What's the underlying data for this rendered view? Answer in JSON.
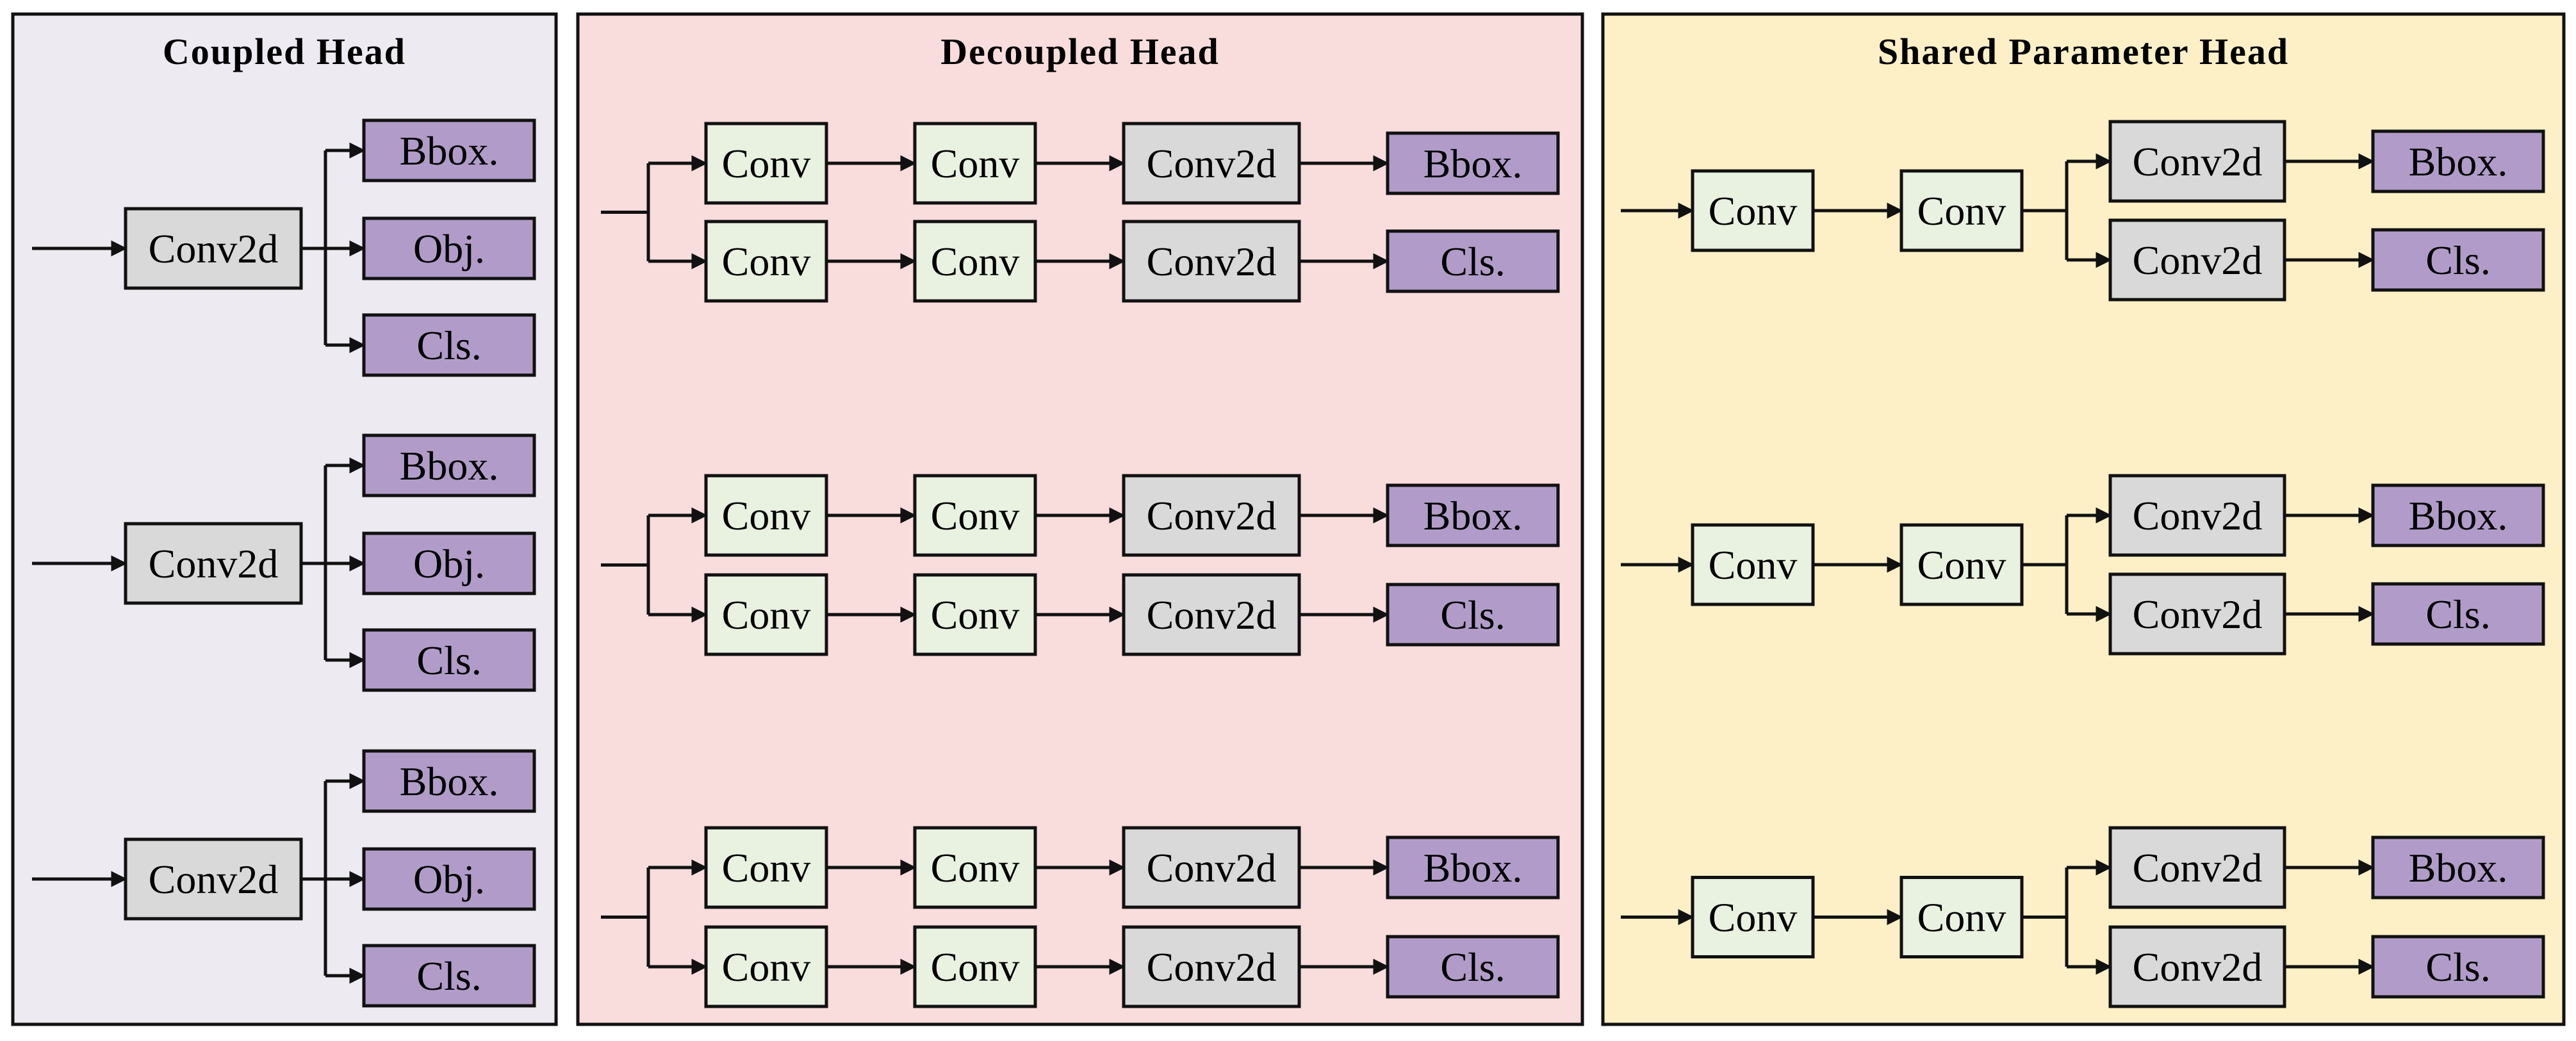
{
  "colors": {
    "coupled_bg": "#edeaf1",
    "decoupled_bg": "#f9dcdc",
    "shared_bg": "#fdf0c6",
    "conv_fill": "#e9f1e1",
    "conv2d_fill": "#d9d9d9",
    "output_fill": "#b19cc9",
    "stroke": "#111111"
  },
  "panels": {
    "coupled": {
      "title": "Coupled Head",
      "conv2d_label": "Conv2d",
      "outputs": [
        "Bbox.",
        "Obj.",
        "Cls."
      ]
    },
    "decoupled": {
      "title": "Decoupled Head",
      "conv_label": "Conv",
      "conv2d_label": "Conv2d",
      "outputs": [
        "Bbox.",
        "Cls."
      ]
    },
    "shared": {
      "title": "Shared Parameter Head",
      "conv_label": "Conv",
      "conv2d_label": "Conv2d",
      "outputs": [
        "Bbox.",
        "Cls."
      ]
    }
  }
}
